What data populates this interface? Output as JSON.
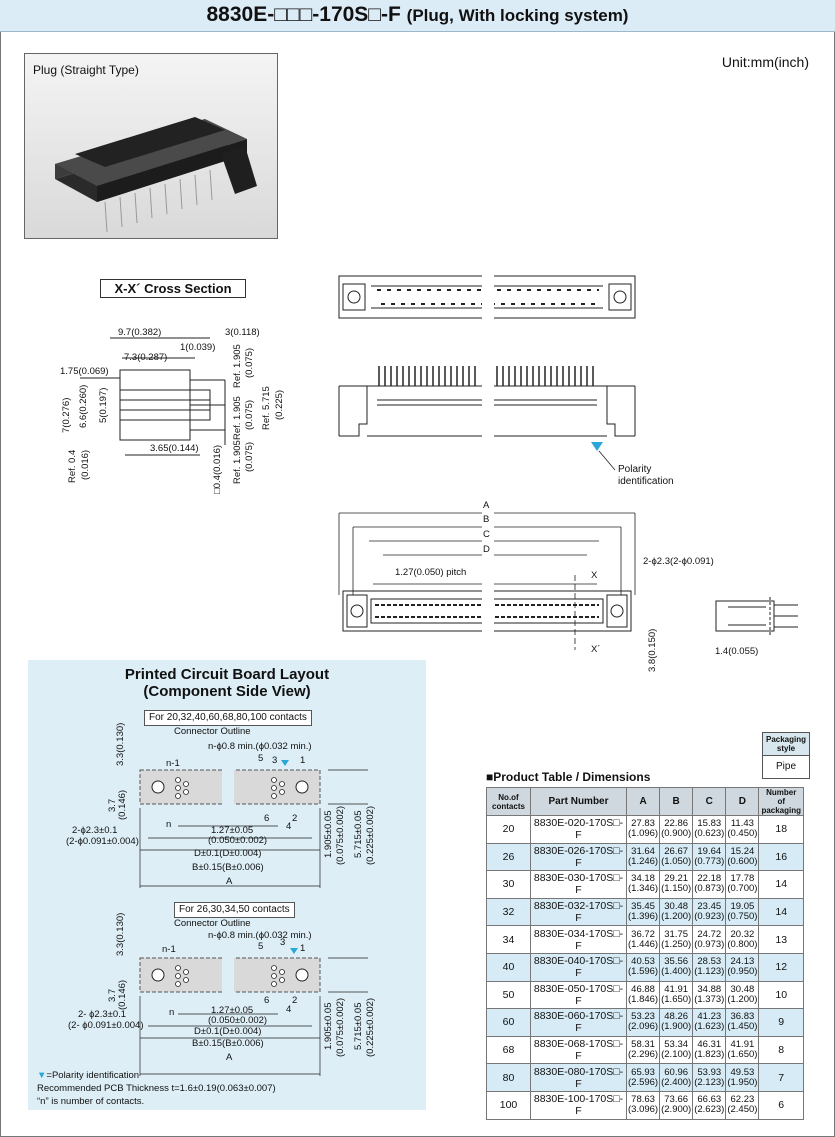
{
  "title": {
    "main": "8830E-□□□-170S□-F",
    "sub": "(Plug, With locking system)"
  },
  "unit": "Unit:mm(inch)",
  "photo": {
    "label": "Plug (Straight Type)"
  },
  "cross_section": {
    "title": "X-X´ Cross Section",
    "dims": [
      "9.7(0.382)",
      "3(0.118)",
      "1(0.039)",
      "7.3(0.287)",
      "1.75(0.069)",
      "7(0.276)",
      "6.6(0.260)",
      "5(0.197)",
      "3.65(0.144)",
      "Ref. 0.4",
      "(0.016)",
      "□0.4(0.016)",
      "Ref. 1.905",
      "(0.075)",
      "Ref. 1.905",
      "(0.075)",
      "Ref. 1.905",
      "(0.075)",
      "Ref. 5.715",
      "(0.225)"
    ]
  },
  "main_drawing": {
    "polarity_label": [
      "Polarity",
      "identification"
    ],
    "dims": {
      "A": "A",
      "B": "B",
      "C": "C",
      "D": "D",
      "pitch": "1.27(0.050) pitch",
      "holes": "2-ϕ2.3(2-ϕ0.091)",
      "X": "X",
      "Xp": "X´",
      "h": "3.8(0.150)"
    },
    "side_dim": "1.4(0.055)"
  },
  "pcb": {
    "title_line1": "Printed Circuit Board Layout",
    "title_line2": "(Component Side View)",
    "layouts": [
      {
        "contacts": "For 20,32,40,60,68,80,100 contacts",
        "outline": "Connector Outline",
        "hole": "n-ϕ0.8 min.(ϕ0.032 min.)",
        "n1": "n-1",
        "n": "n",
        "p5": "5",
        "p3": "3",
        "p1": "1",
        "p2": "2",
        "p4": "4",
        "p6": "6",
        "top": "3.3(0.130)",
        "h37": "3.7",
        "h37b": "(0.146)",
        "holes1": "2-ϕ2.3±0.1",
        "holes2": "(2-ϕ0.091±0.004)",
        "pitch1": "1.27±0.05",
        "pitch2": "(0.050±0.002)",
        "D": "D±0.1(D±0.004)",
        "B": "B±0.15(B±0.006)",
        "A": "A",
        "r1a": "1.905±0.05",
        "r1b": "(0.075±0.002)",
        "r2a": "5.715±0.05",
        "r2b": "(0.225±0.002)"
      },
      {
        "contacts": "For 26,30,34,50 contacts",
        "outline": "Connector Outline",
        "hole": "n-ϕ0.8 min.(ϕ0.032 min.)",
        "n1": "n-1",
        "n": "n",
        "p5": "5",
        "p3": "3",
        "p1": "1",
        "p2": "2",
        "p4": "4",
        "p6": "6",
        "top": "3.3(0.130)",
        "h37": "3.7",
        "h37b": "(0.146)",
        "holes1": "2- ϕ2.3±0.1",
        "holes2": "(2- ϕ0.091±0.004)",
        "pitch1": "1.27±0.05",
        "pitch2": "(0.050±0.002)",
        "D": "D±0.1(D±0.004)",
        "B": "B±0.15(B±0.006)",
        "A": "A",
        "r1a": "1.905±0.05",
        "r1b": "(0.075±0.002)",
        "r2a": "5.715±0.05",
        "r2b": "(0.225±0.002)"
      }
    ],
    "notes": [
      "=Polarity identification",
      "Recommended PCB Thickness  t=1.6±0.19(0.063±0.007)",
      "“n” is number of contacts."
    ]
  },
  "packaging": {
    "header": [
      "Packaging",
      "style"
    ],
    "value": "Pipe"
  },
  "table": {
    "title": "■Product Table / Dimensions",
    "headers": {
      "contacts": [
        "No.of",
        "contacts"
      ],
      "part": "Part Number",
      "A": "A",
      "B": "B",
      "C": "C",
      "D": "D",
      "pack": [
        "Number of",
        "packaging"
      ]
    },
    "rows": [
      {
        "n": "20",
        "part": "8830E-020-170S□-F",
        "A": [
          "27.83",
          "(1.096)"
        ],
        "B": [
          "22.86",
          "(0.900)"
        ],
        "C": [
          "15.83",
          "(0.623)"
        ],
        "D": [
          "11.43",
          "(0.450)"
        ],
        "pack": "18"
      },
      {
        "n": "26",
        "part": "8830E-026-170S□-F",
        "A": [
          "31.64",
          "(1.246)"
        ],
        "B": [
          "26.67",
          "(1.050)"
        ],
        "C": [
          "19.64",
          "(0.773)"
        ],
        "D": [
          "15.24",
          "(0.600)"
        ],
        "pack": "16"
      },
      {
        "n": "30",
        "part": "8830E-030-170S□-F",
        "A": [
          "34.18",
          "(1.346)"
        ],
        "B": [
          "29.21",
          "(1.150)"
        ],
        "C": [
          "22.18",
          "(0.873)"
        ],
        "D": [
          "17.78",
          "(0.700)"
        ],
        "pack": "14"
      },
      {
        "n": "32",
        "part": "8830E-032-170S□-F",
        "A": [
          "35.45",
          "(1.396)"
        ],
        "B": [
          "30.48",
          "(1.200)"
        ],
        "C": [
          "23.45",
          "(0.923)"
        ],
        "D": [
          "19.05",
          "(0.750)"
        ],
        "pack": "14"
      },
      {
        "n": "34",
        "part": "8830E-034-170S□-F",
        "A": [
          "36.72",
          "(1.446)"
        ],
        "B": [
          "31.75",
          "(1.250)"
        ],
        "C": [
          "24.72",
          "(0.973)"
        ],
        "D": [
          "20.32",
          "(0.800)"
        ],
        "pack": "13"
      },
      {
        "n": "40",
        "part": "8830E-040-170S□-F",
        "A": [
          "40.53",
          "(1.596)"
        ],
        "B": [
          "35.56",
          "(1.400)"
        ],
        "C": [
          "28.53",
          "(1.123)"
        ],
        "D": [
          "24.13",
          "(0.950)"
        ],
        "pack": "12"
      },
      {
        "n": "50",
        "part": "8830E-050-170S□-F",
        "A": [
          "46.88",
          "(1.846)"
        ],
        "B": [
          "41.91",
          "(1.650)"
        ],
        "C": [
          "34.88",
          "(1.373)"
        ],
        "D": [
          "30.48",
          "(1.200)"
        ],
        "pack": "10"
      },
      {
        "n": "60",
        "part": "8830E-060-170S□-F",
        "A": [
          "53.23",
          "(2.096)"
        ],
        "B": [
          "48.26",
          "(1.900)"
        ],
        "C": [
          "41.23",
          "(1.623)"
        ],
        "D": [
          "36.83",
          "(1.450)"
        ],
        "pack": "9"
      },
      {
        "n": "68",
        "part": "8830E-068-170S□-F",
        "A": [
          "58.31",
          "(2.296)"
        ],
        "B": [
          "53.34",
          "(2.100)"
        ],
        "C": [
          "46.31",
          "(1.823)"
        ],
        "D": [
          "41.91",
          "(1.650)"
        ],
        "pack": "8"
      },
      {
        "n": "80",
        "part": "8830E-080-170S□-F",
        "A": [
          "65.93",
          "(2.596)"
        ],
        "B": [
          "60.96",
          "(2.400)"
        ],
        "C": [
          "53.93",
          "(2.123)"
        ],
        "D": [
          "49.53",
          "(1.950)"
        ],
        "pack": "7"
      },
      {
        "n": "100",
        "part": "8830E-100-170S□-F",
        "A": [
          "78.63",
          "(3.096)"
        ],
        "B": [
          "73.66",
          "(2.900)"
        ],
        "C": [
          "66.63",
          "(2.623)"
        ],
        "D": [
          "62.23",
          "(2.450)"
        ],
        "pack": "6"
      }
    ]
  },
  "colors": {
    "title_bg": "#dcecf6",
    "panel_bg": "#ddeef6",
    "row_alt": "#d6ebf5",
    "polarity": "#2aa6d8"
  }
}
